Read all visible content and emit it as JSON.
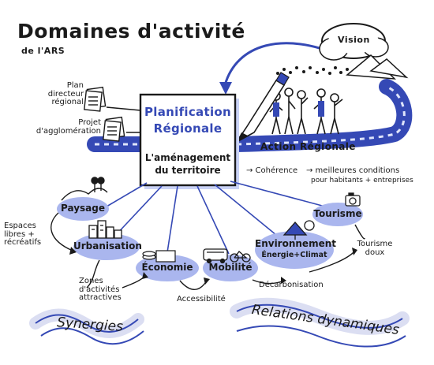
{
  "title": "Domaines d'activité",
  "subtitle": "de l'ARS",
  "vision": "Vision",
  "documents": {
    "plan": "Plan directeur régional",
    "projet": "Projet d'agglomération"
  },
  "planification": {
    "title_line1": "Planification",
    "title_line2": "Régionale",
    "subtitle_line1": "L'aménagement",
    "subtitle_line2": "du territoire"
  },
  "action": "Action Régionale",
  "outcomes": {
    "coherence": "→ Cohérence",
    "conditions_line1": "→ meilleures conditions",
    "conditions_line2": "pour habitants + entreprises"
  },
  "domains": {
    "paysage": "Paysage",
    "urbanisation": "Urbanisation",
    "economie": "Économie",
    "mobilite": "Mobilité",
    "environnement_line1": "Environnement",
    "environnement_line2": "Énergie+Climat",
    "tourisme": "Tourisme"
  },
  "links": {
    "espaces": "Espaces libres + récréatifs",
    "zones": "Zones d'activités attractives",
    "accessibilite": "Accessibilité",
    "decarbonisation": "Décarbonisation",
    "tourisme_doux": "Tourisme doux"
  },
  "footer": {
    "synergies": "Synergies",
    "relations": "Relations dynamiques"
  },
  "colors": {
    "accent": "#3549b5",
    "bubble": "#aab6ee",
    "ink": "#1a1a1a"
  }
}
